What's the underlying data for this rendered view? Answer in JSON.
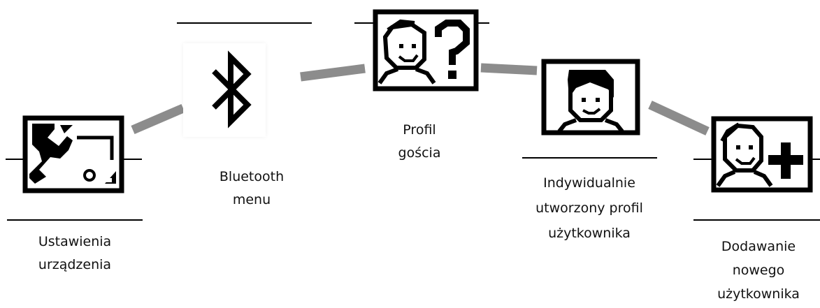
{
  "nodes": [
    {
      "id": "settings",
      "icon": "wrench-settings-icon",
      "lines": [
        "Ustawienia",
        "urządzenia"
      ]
    },
    {
      "id": "bluetooth",
      "icon": "bluetooth-icon",
      "lines": [
        "Bluetooth",
        "menu"
      ]
    },
    {
      "id": "guest",
      "icon": "guest-profile-icon",
      "lines": [
        "Profil",
        "gościa"
      ]
    },
    {
      "id": "individual",
      "icon": "user-profile-icon",
      "lines": [
        "Indywidualnie",
        "utworzony profil",
        "użytkownika"
      ]
    },
    {
      "id": "add",
      "icon": "add-user-icon",
      "lines": [
        "Dodawanie",
        "nowego",
        "użytkownika"
      ]
    }
  ],
  "colors": {
    "connector": "#8c8c8c",
    "stroke": "#000000",
    "text": "#111111"
  }
}
